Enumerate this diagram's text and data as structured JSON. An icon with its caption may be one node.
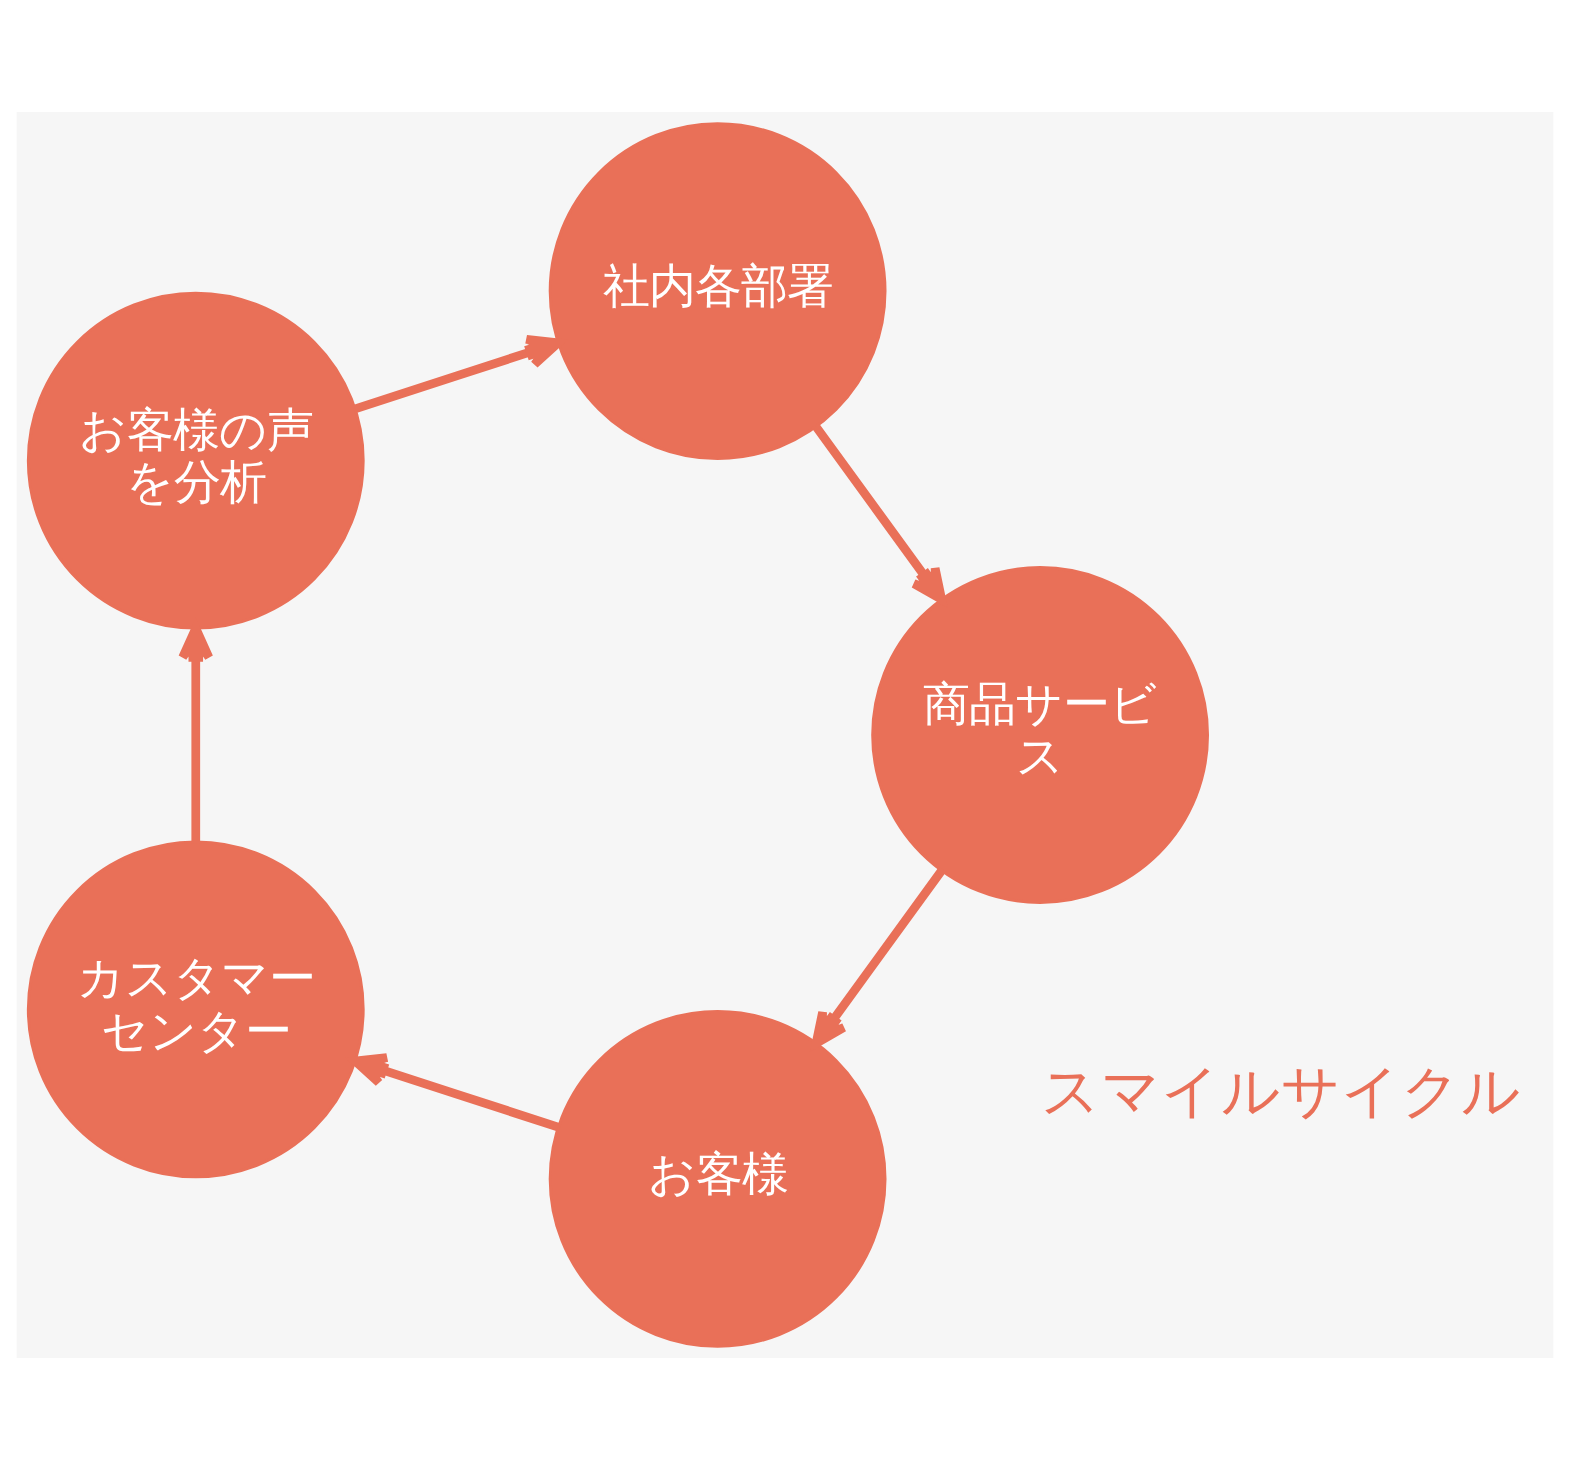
{
  "diagram": {
    "nodes": [
      {
        "text": [
          "お客様"
        ]
      },
      {
        "text": [
          "カスタマーセンター"
        ]
      },
      {
        "text": [
          "お客様の声を分析"
        ]
      },
      {
        "text": [
          "社内各部署"
        ]
      },
      {
        "text": [
          "商品サービス"
        ]
      }
    ],
    "edges": [
      {
        "from": 0,
        "to": 1,
        "arrow": "to"
      },
      {
        "from": 1,
        "to": 2,
        "arrow": "to"
      },
      {
        "from": 2,
        "to": 3,
        "arrow": "to"
      },
      {
        "from": 3,
        "to": 4,
        "arrow": "to"
      },
      {
        "from": 4,
        "to": 0,
        "arrow": "to"
      }
    ],
    "labels": [
      "スマイルサイクル"
    ]
  }
}
